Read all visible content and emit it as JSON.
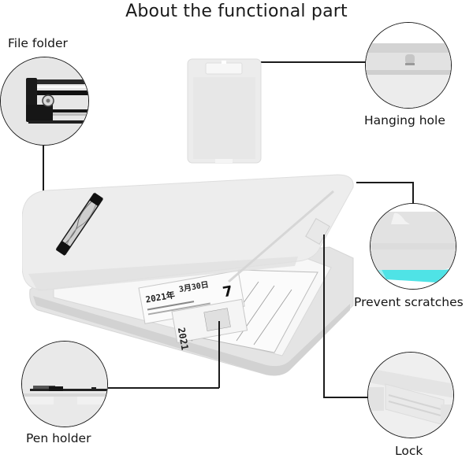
{
  "title": "About the functional part",
  "callouts": [
    {
      "id": "file-folder",
      "label": "File folder",
      "icon": "clip-closeup-icon"
    },
    {
      "id": "hanging-hole",
      "label": "Hanging hole",
      "icon": "hanging-hole-closeup-icon"
    },
    {
      "id": "prevent-scratches",
      "label": "Prevent scratches",
      "icon": "rounded-edge-closeup-icon"
    },
    {
      "id": "pen-holder",
      "label": "Pen holder",
      "icon": "pen-holder-closeup-icon"
    },
    {
      "id": "lock",
      "label": "Lock",
      "icon": "lock-latch-closeup-icon"
    }
  ],
  "product": {
    "name": "clipboard storage case",
    "ticket_text": {
      "year": "2021年",
      "date": "3月30日",
      "number": "7",
      "side": "2021"
    }
  },
  "colors": {
    "accent_teal": "#4fe3e6",
    "plastic": "#e9e9e9",
    "line": "#1b1b1b"
  }
}
